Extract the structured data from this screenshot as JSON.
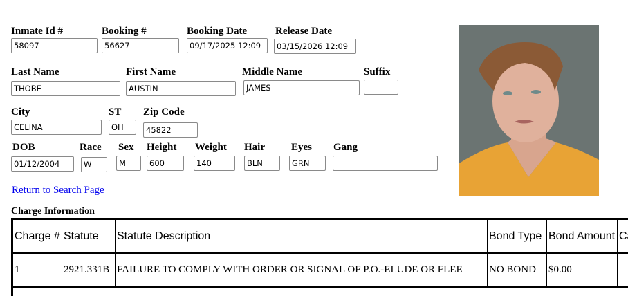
{
  "fields": {
    "inmate_id": {
      "label": "Inmate Id #",
      "value": "58097"
    },
    "booking_no": {
      "label": "Booking #",
      "value": "56627"
    },
    "booking_date": {
      "label": "Booking Date",
      "value": "09/17/2025 12:09"
    },
    "release_date": {
      "label": "Release Date",
      "value": "03/15/2026 12:09"
    },
    "last_name": {
      "label": "Last Name",
      "value": "THOBE"
    },
    "first_name": {
      "label": "First Name",
      "value": "AUSTIN"
    },
    "middle_name": {
      "label": "Middle Name",
      "value": "JAMES"
    },
    "suffix": {
      "label": "Suffix",
      "value": ""
    },
    "city": {
      "label": "City",
      "value": "CELINA"
    },
    "st": {
      "label": "ST",
      "value": "OH"
    },
    "zip": {
      "label": "Zip Code",
      "value": "45822"
    },
    "dob": {
      "label": "DOB",
      "value": "01/12/2004"
    },
    "race": {
      "label": "Race",
      "value": "W"
    },
    "sex": {
      "label": "Sex",
      "value": "M"
    },
    "height": {
      "label": "Height",
      "value": "600"
    },
    "weight": {
      "label": "Weight",
      "value": "140"
    },
    "hair": {
      "label": "Hair",
      "value": "BLN"
    },
    "eyes": {
      "label": "Eyes",
      "value": "GRN"
    },
    "gang": {
      "label": "Gang",
      "value": ""
    }
  },
  "return_link": "Return to Search Page",
  "charges": {
    "title": "Charge Information",
    "headers": [
      "Charge #",
      "Statute",
      "Statute Description",
      "Bond Type",
      "Bond Amount",
      "Ca"
    ],
    "rows": [
      [
        "1",
        "2921.331B",
        "FAILURE TO COMPLY WITH ORDER OR SIGNAL OF P.O.-ELUDE OR FLEE",
        "NO BOND",
        "$0.00",
        ""
      ]
    ]
  }
}
